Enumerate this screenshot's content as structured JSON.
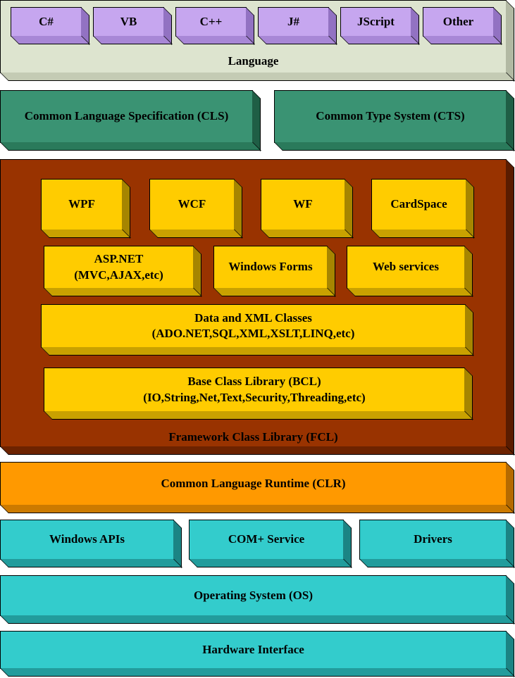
{
  "language": {
    "items": [
      "C#",
      "VB",
      "C++",
      "J#",
      "JScript",
      "Other"
    ],
    "label": "Language"
  },
  "specs": {
    "cls": "Common Language Specification (CLS)",
    "cts": "Common Type System (CTS)"
  },
  "fcl": {
    "label": "Framework Class Library (FCL)",
    "wpf": "WPF",
    "wcf": "WCF",
    "wf": "WF",
    "cardspace": "CardSpace",
    "aspnet_1": "ASP.NET",
    "aspnet_2": "(MVC,AJAX,etc)",
    "winforms": "Windows Forms",
    "webservices": "Web services",
    "data_1": "Data and XML Classes",
    "data_2": "(ADO.NET,SQL,XML,XSLT,LINQ,etc)",
    "bcl_1": "Base Class Library (BCL)",
    "bcl_2": "(IO,String,Net,Text,Security,Threading,etc)"
  },
  "clr": "Common Language Runtime (CLR)",
  "system": {
    "winapis": "Windows APIs",
    "complus": "COM+ Service",
    "drivers": "Drivers",
    "os": "Operating System (OS)",
    "hardware": "Hardware Interface"
  },
  "colors": {
    "language": "#dde4cf",
    "language_item": "#c6a6ef",
    "spec": "#3a9373",
    "fcl": "#993300",
    "fcl_component": "#ffcc00",
    "clr": "#ff9900",
    "system": "#33cccc"
  }
}
